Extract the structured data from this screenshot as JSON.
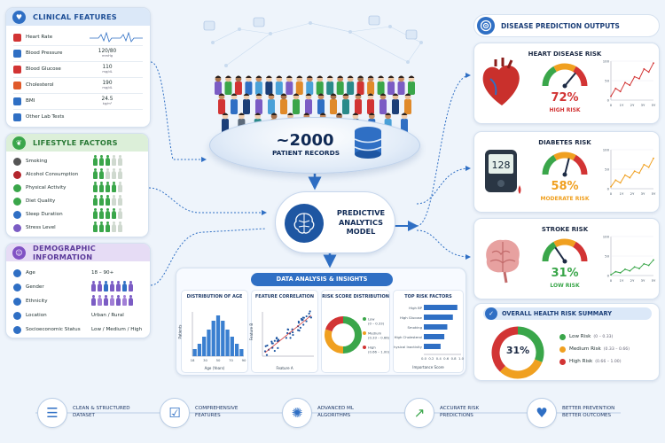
{
  "colors": {
    "blue": "#2f6fc4",
    "green": "#3aa64a",
    "purple": "#8152c4",
    "red": "#d23434",
    "orange": "#f0a020",
    "navy": "#1c3f78"
  },
  "clinical": {
    "title": "CLINICAL FEATURES",
    "rows": [
      {
        "label": "Heart Rate",
        "value": "",
        "unit": "",
        "icon": "heart-icon"
      },
      {
        "label": "Blood Pressure",
        "value": "120/80",
        "unit": "mmHg",
        "icon": "blood-pressure-icon"
      },
      {
        "label": "Blood Glucose",
        "value": "110",
        "unit": "mg/dL",
        "icon": "drop-icon"
      },
      {
        "label": "Cholesterol",
        "value": "190",
        "unit": "mg/dL",
        "icon": "cholesterol-icon"
      },
      {
        "label": "BMI",
        "value": "24.5",
        "unit": "kg/m²",
        "icon": "bmi-icon"
      },
      {
        "label": "Other Lab Tests",
        "value": "",
        "unit": "",
        "icon": "lab-icon"
      }
    ]
  },
  "lifestyle": {
    "title": "LIFESTYLE FACTORS",
    "rows": [
      {
        "label": "Smoking",
        "filled": 3
      },
      {
        "label": "Alcohol Consumption",
        "filled": 2
      },
      {
        "label": "Physical Activity",
        "filled": 4
      },
      {
        "label": "Diet Quality",
        "filled": 3
      },
      {
        "label": "Sleep Duration",
        "filled": 4
      },
      {
        "label": "Stress Level",
        "filled": 3
      }
    ]
  },
  "demographic": {
    "title": "DEMOGRAPHIC INFORMATION",
    "rows": [
      {
        "label": "Age",
        "value": "18 – 90+"
      },
      {
        "label": "Gender",
        "value": ""
      },
      {
        "label": "Ethnicity",
        "value": ""
      },
      {
        "label": "Location",
        "value": "Urban / Rural"
      },
      {
        "label": "Socioeconomic Status",
        "value": "Low / Medium / High"
      }
    ]
  },
  "records": {
    "count": "~2000",
    "label": "PATIENT RECORDS"
  },
  "model": {
    "line1": "PREDICTIVE",
    "line2": "ANALYTICS",
    "line3": "MODEL"
  },
  "analysis": {
    "title": "DATA ANALYSIS & INSIGHTS",
    "age_chart": {
      "title": "DISTRIBUTION OF AGE",
      "xlabel": "Age (Years)",
      "ylabel": "Patients",
      "ticks": [
        "18",
        "30",
        "50",
        "70",
        "90"
      ]
    },
    "corr_chart": {
      "title": "FEATURE CORRELATION",
      "xlabel": "Feature A",
      "ylabel": "Feature B"
    },
    "risk_dist": {
      "title": "RISK SCORE DISTRIBUTION",
      "items": [
        {
          "label": "Low",
          "range": "(0 – 0.33)",
          "value": 50
        },
        {
          "label": "Medium",
          "range": "(0.33 – 0.66)",
          "value": 30
        },
        {
          "label": "High",
          "range": "(0.66 – 1.00)",
          "value": 20
        }
      ]
    },
    "top_factors": {
      "title": "TOP RISK FACTORS",
      "xlabel": "Importance Score",
      "ticks": [
        "0.0",
        "0.2",
        "0.4",
        "0.6",
        "0.8",
        "1.0"
      ],
      "factors": [
        {
          "label": "High BP",
          "value": 0.9
        },
        {
          "label": "High Glucose",
          "value": 0.78
        },
        {
          "label": "Smoking",
          "value": 0.63
        },
        {
          "label": "High Cholesterol",
          "value": 0.55
        },
        {
          "label": "Physical Inactivity",
          "value": 0.45
        }
      ]
    }
  },
  "outputs": {
    "title": "DISEASE PREDICTION OUTPUTS",
    "items": [
      {
        "title": "HEART DISEASE RISK",
        "percent": "72%",
        "level": "HIGH RISK",
        "gauge": 0.72,
        "color": "#d23434",
        "trend": [
          10,
          30,
          22,
          45,
          38,
          60,
          55,
          80,
          72,
          95
        ]
      },
      {
        "title": "DIABETES RISK",
        "percent": "58%",
        "level": "MODERATE RISK",
        "gauge": 0.58,
        "color": "#f0a020",
        "trend": [
          5,
          22,
          15,
          35,
          28,
          45,
          40,
          62,
          55,
          78
        ]
      },
      {
        "title": "STROKE RISK",
        "percent": "31%",
        "level": "LOW RISK",
        "gauge": 0.31,
        "color": "#3aa64a",
        "trend": [
          2,
          10,
          7,
          16,
          12,
          22,
          18,
          30,
          26,
          40
        ]
      }
    ],
    "axis_y": [
      "100",
      "50",
      "0"
    ],
    "axis_x": [
      "0",
      "1Y",
      "2Y",
      "3Y",
      "5Y"
    ]
  },
  "summary": {
    "title": "OVERALL HEALTH RISK SUMMARY",
    "percent": "31%",
    "legend": [
      {
        "label": "Low Risk",
        "range": "(0 – 0.33)",
        "color": "#3aa64a"
      },
      {
        "label": "Medium Risk",
        "range": "(0.33 – 0.66)",
        "color": "#f0a020"
      },
      {
        "label": "High Risk",
        "range": "(0.66 – 1.00)",
        "color": "#d23434"
      }
    ]
  },
  "bottom": [
    {
      "line1": "Clean & Structured",
      "line2": "Dataset"
    },
    {
      "line1": "Comprehensive",
      "line2": "Features"
    },
    {
      "line1": "Advanced ML",
      "line2": "Algorithms"
    },
    {
      "line1": "Accurate Risk",
      "line2": "Predictions"
    },
    {
      "line1": "Better Prevention",
      "line2": "Better Outcomes"
    }
  ]
}
